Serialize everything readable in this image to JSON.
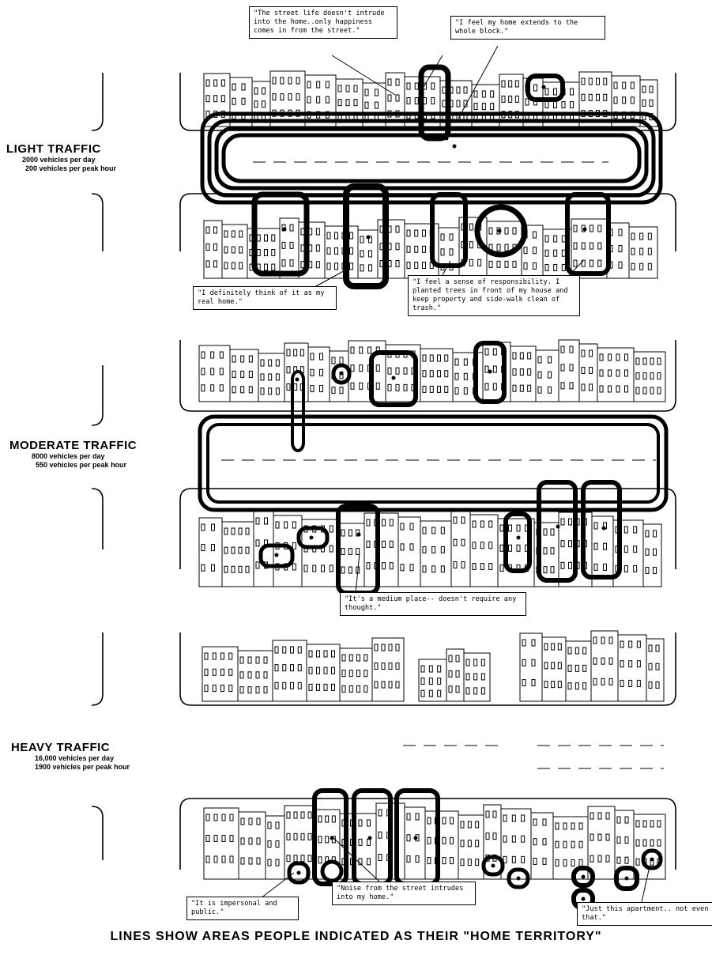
{
  "sections": [
    {
      "title": "LIGHT TRAFFIC",
      "per_day": "2000  vehicles  per  day",
      "per_hour": "200  vehicles  per  peak  hour"
    },
    {
      "title": "MODERATE TRAFFIC",
      "per_day": "8000  vehicles  per  day",
      "per_hour": "550  vehicles  per  peak  hour"
    },
    {
      "title": "HEAVY TRAFFIC",
      "per_day": "16,000  vehicles  per  day",
      "per_hour": "1900  vehicles  per  peak  hour"
    }
  ],
  "quotes": {
    "q1": "\"The street life doesn't intrude into the home..only happiness comes in from the street.\"",
    "q2": "\"I feel my home extends to the whole block.\"",
    "q3": "\"I definitely think of it as my real home.\"",
    "q4": "\"I feel a sense of responsibility.  I planted trees in front of my house and keep property and side-walk clean of trash.\"",
    "q5": "\"It's a medium place-- doesn't require any thought.\"",
    "q6": "\"It is impersonal and public.\"",
    "q7": "\"Noise from the street intrudes into my home.\"",
    "q8": "\"Just this apartment.. not even that.\""
  },
  "caption": "LINES SHOW AREAS PEOPLE INDICATED AS THEIR \"HOME TERRITORY\"",
  "colors": {
    "ink": "#000000",
    "paper": "#ffffff",
    "shade": "#888888"
  }
}
